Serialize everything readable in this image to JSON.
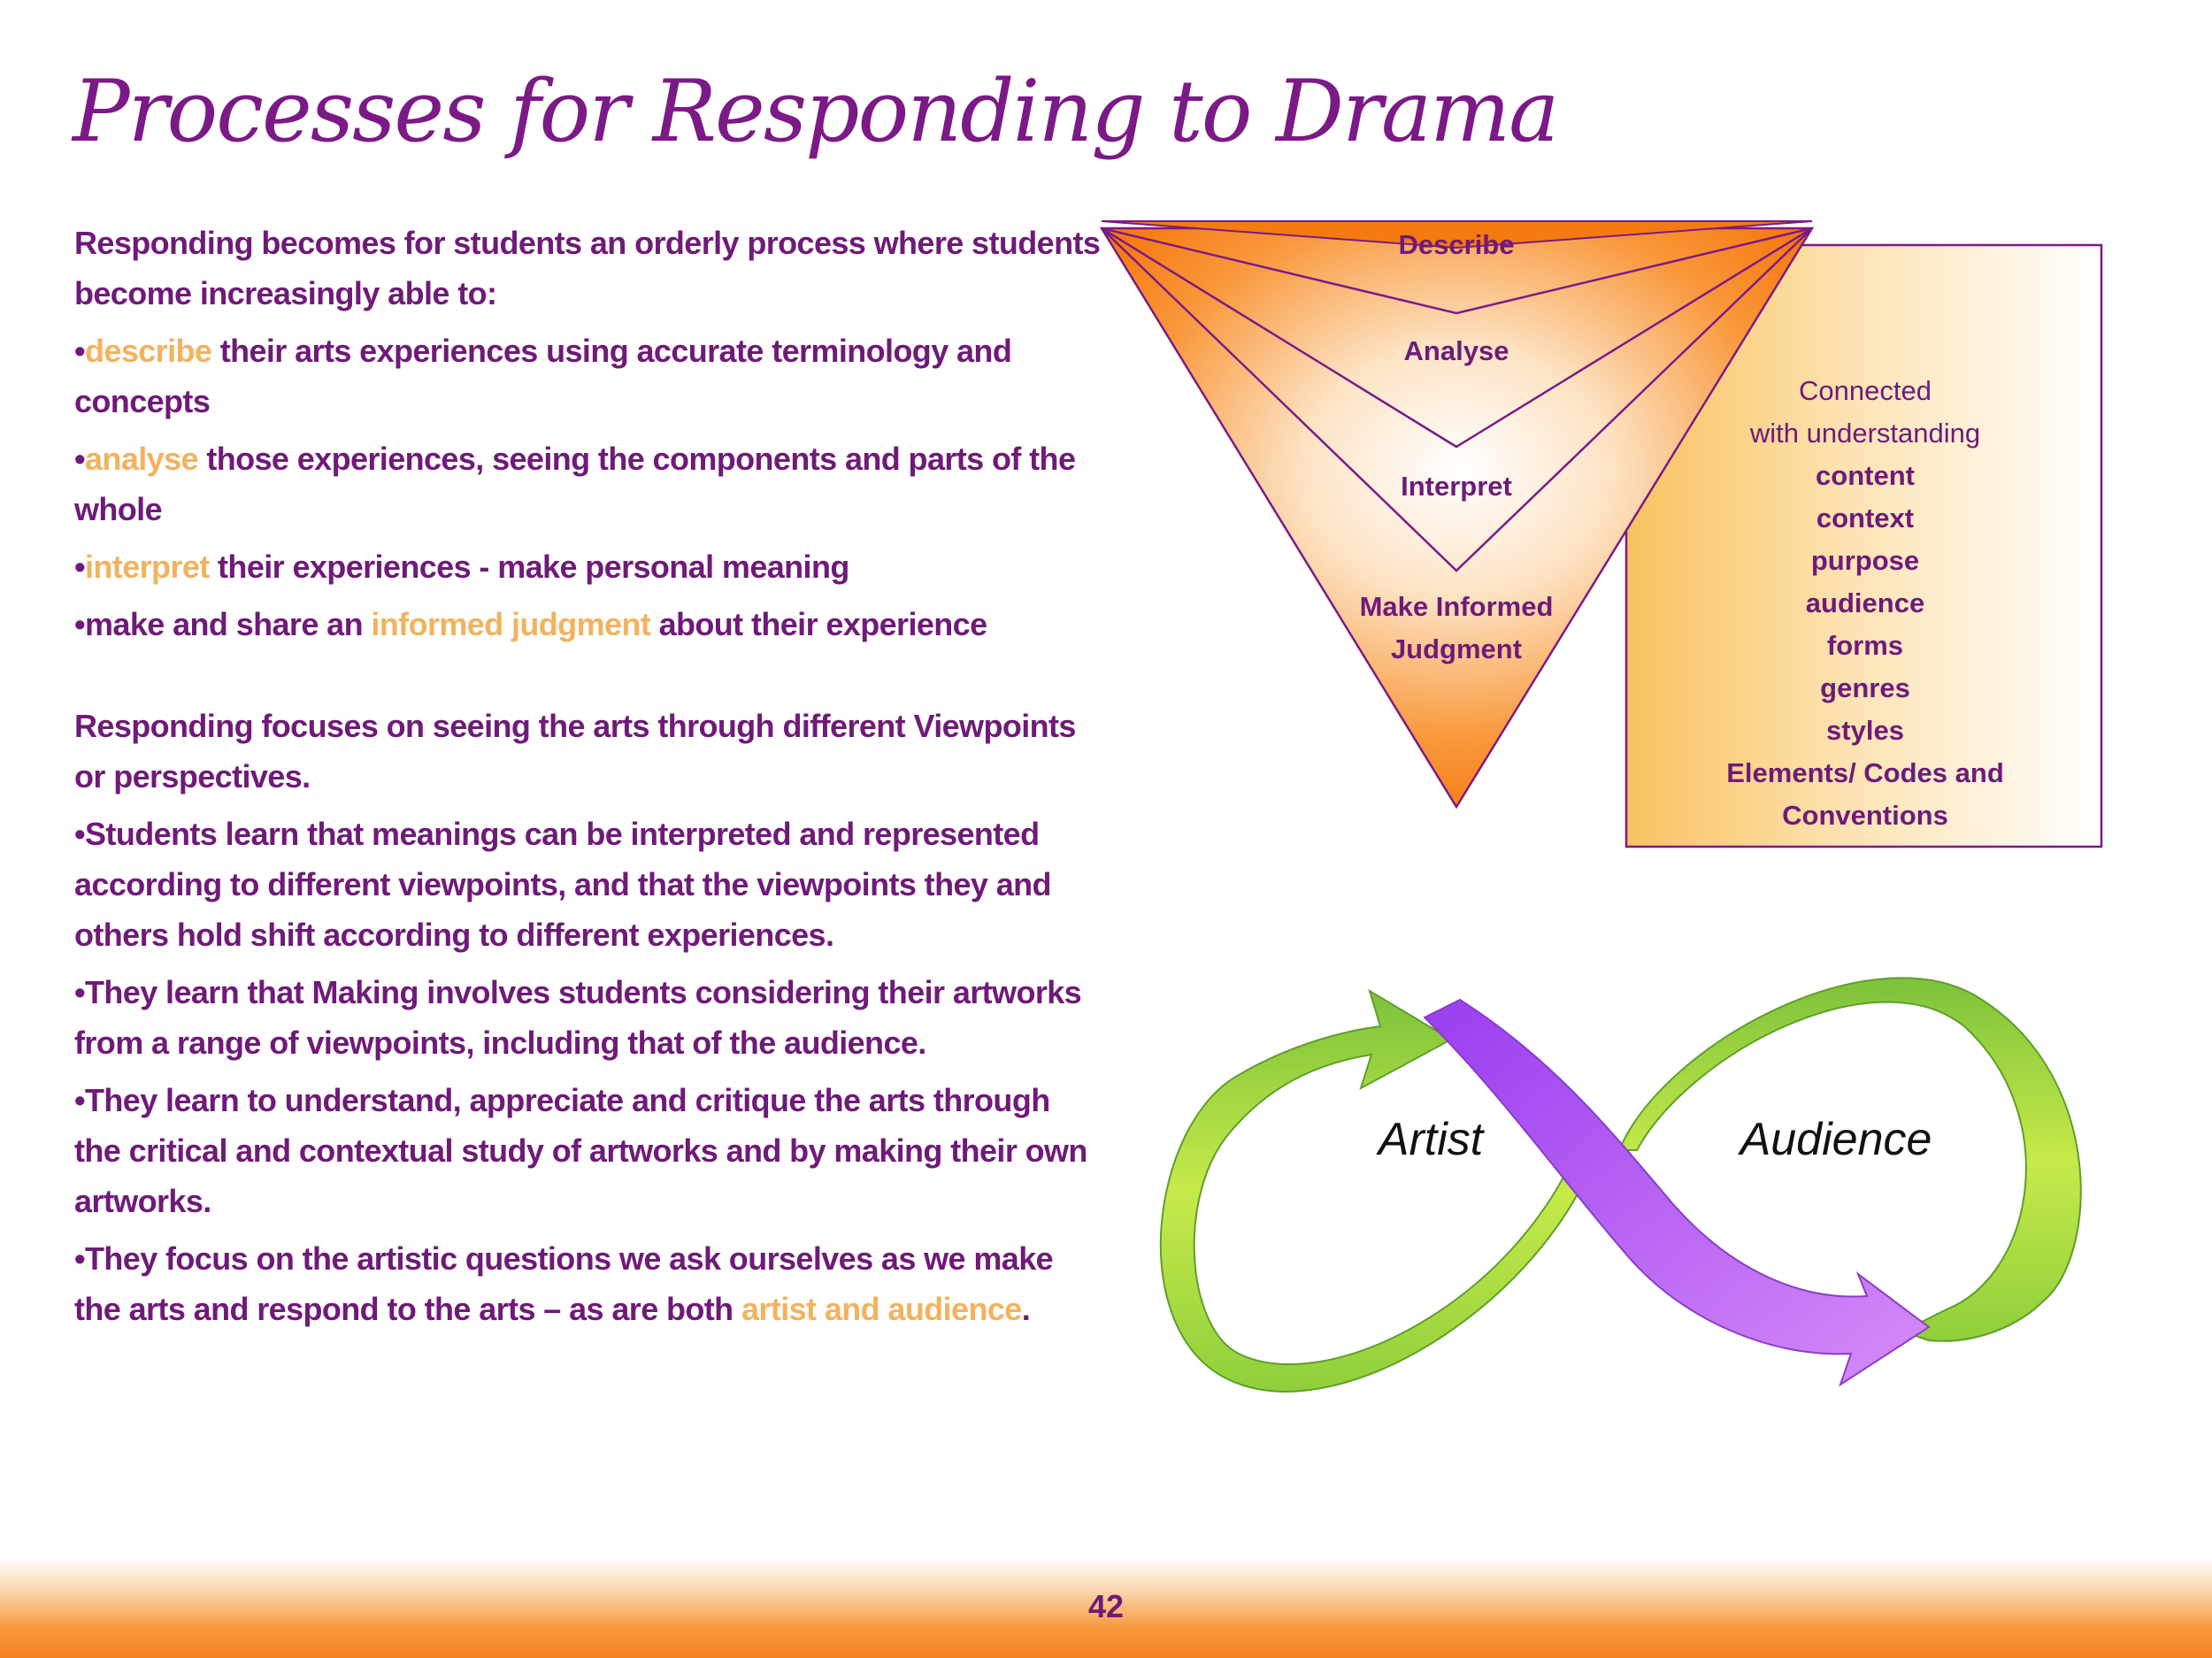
{
  "title": "Processes for Responding to Drama",
  "section1": {
    "intro": "Responding becomes for students an orderly process where students become increasingly able to:",
    "bullets": [
      {
        "highlight": "describe",
        "rest": " their arts experiences using accurate terminology and concepts"
      },
      {
        "highlight": "analyse",
        "rest": " those experiences, seeing the components and parts of the whole"
      },
      {
        "highlight": "interpret",
        "rest": " their experiences - make personal meaning"
      },
      {
        "pre": "make and share an ",
        "highlight": "informed judgment",
        "rest": " about their experience"
      }
    ]
  },
  "section2": {
    "intro": "Responding focuses on seeing the arts through different Viewpoints or perspectives.",
    "bullets": [
      "Students learn that meanings can be interpreted and represented according to different viewpoints, and that the viewpoints they and others hold shift according to different experiences.",
      "They learn that Making involves students considering their artworks from a range of viewpoints, including that of the audience.",
      "They learn to understand, appreciate and critique the arts through the critical and contextual study of artworks and by making their own artworks."
    ],
    "last_bullet": {
      "pre": "They focus on the artistic questions we ask ourselves as we make the arts and respond to the arts – as are both ",
      "highlight": "artist and audience",
      "post": "."
    }
  },
  "bullet_char": "•",
  "triangle": {
    "levels": [
      "Describe",
      "Analyse",
      "Interpret"
    ],
    "bottom_line1": "Make Informed",
    "bottom_line2": "Judgment"
  },
  "connected_box": {
    "line1": "Connected",
    "line2": "with understanding",
    "items": [
      "content",
      "context",
      "purpose",
      "audience",
      "forms",
      "genres",
      "styles",
      "Elements/ Codes and",
      "Conventions"
    ]
  },
  "infinity": {
    "left_label": "Artist",
    "right_label": "Audience"
  },
  "page_number": "42",
  "colors": {
    "purple": "#6f1a78",
    "highlight": "#f2b25e",
    "orange": "#f58220",
    "green": "#8cc63f",
    "violet": "#b35cf0"
  }
}
